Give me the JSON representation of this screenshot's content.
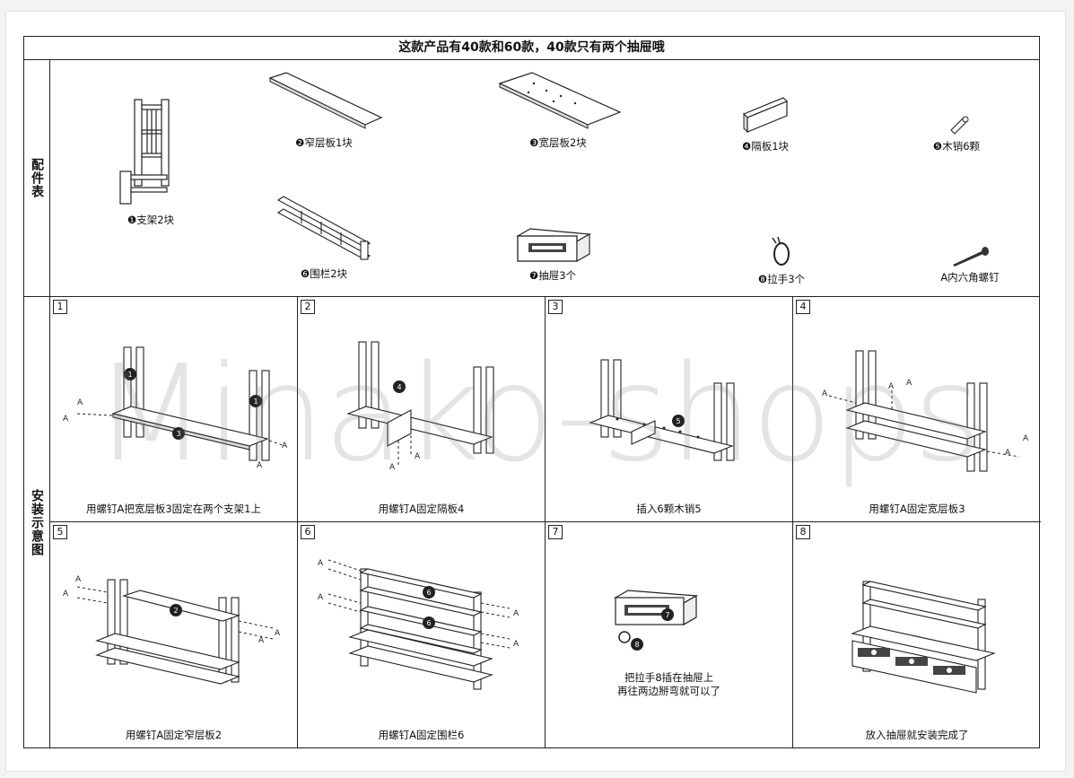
{
  "title": "这款产品有40款和60款，40款只有两个抽屉哦",
  "side_labels": {
    "parts": "配件表",
    "steps": "安装示意图"
  },
  "parts": [
    {
      "label": "❶支架2块",
      "icon": "side-frame-icon"
    },
    {
      "label": "❷窄层板1块",
      "icon": "narrow-board-icon"
    },
    {
      "label": "❸宽层板2块",
      "icon": "wide-board-icon"
    },
    {
      "label": "❹隔板1块",
      "icon": "divider-icon"
    },
    {
      "label": "❺木销6颗",
      "icon": "dowel-icon"
    },
    {
      "label": "❻围栏2块",
      "icon": "rail-icon"
    },
    {
      "label": "❼抽屉3个",
      "icon": "drawer-icon"
    },
    {
      "label": "❽拉手3个",
      "icon": "handle-icon"
    },
    {
      "label": "A内六角螺钉",
      "icon": "screw-icon"
    }
  ],
  "steps": [
    {
      "num": "1",
      "caption": "用螺钉A把宽层板3固定在两个支架1上"
    },
    {
      "num": "2",
      "caption": "用螺钉A固定隔板4"
    },
    {
      "num": "3",
      "caption": "插入6颗木销5"
    },
    {
      "num": "4",
      "caption": "用螺钉A固定宽层板3"
    },
    {
      "num": "5",
      "caption": "用螺钉A固定窄层板2"
    },
    {
      "num": "6",
      "caption": "用螺钉A固定围栏6"
    },
    {
      "num": "7",
      "caption_line1": "把拉手8插在抽屉上",
      "caption_line2": "再往两边掰弯就可以了"
    },
    {
      "num": "8",
      "caption": "放入抽屉就安装完成了"
    }
  ],
  "markers": {
    "a": "A",
    "n1": "1",
    "n2": "2",
    "n3": "3",
    "n4": "4",
    "n5": "5",
    "n6": "6",
    "n7": "7",
    "n8": "8"
  },
  "watermark": "Minako-shops"
}
